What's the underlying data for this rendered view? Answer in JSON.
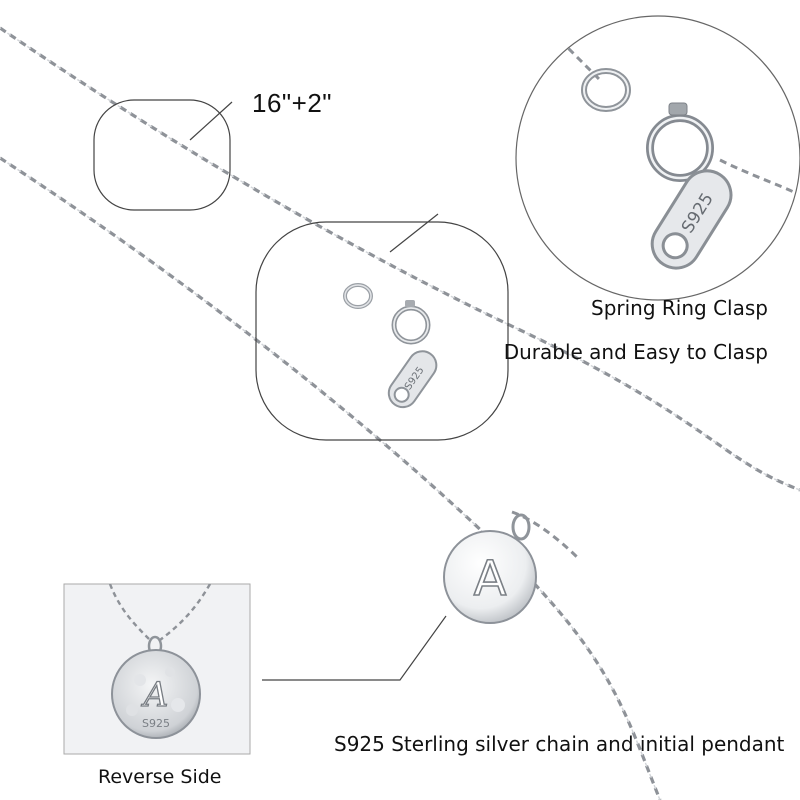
{
  "labels": {
    "length": "16\"+2\"",
    "clasp_type": "Spring Ring Clasp",
    "clasp_desc": "Durable and Easy to Clasp",
    "material": "S925 Sterling silver chain and initial pendant",
    "reverse": "Reverse Side"
  },
  "engravings": {
    "tag_stamp": "S925",
    "pendant_letter": "A",
    "reverse_letter": "A",
    "reverse_stamp": "S925"
  },
  "colors": {
    "background": "#ffffff",
    "silver": "#c9ccd1",
    "silver_dark": "#8d9299",
    "outline": "#555555",
    "text": "#111111"
  }
}
